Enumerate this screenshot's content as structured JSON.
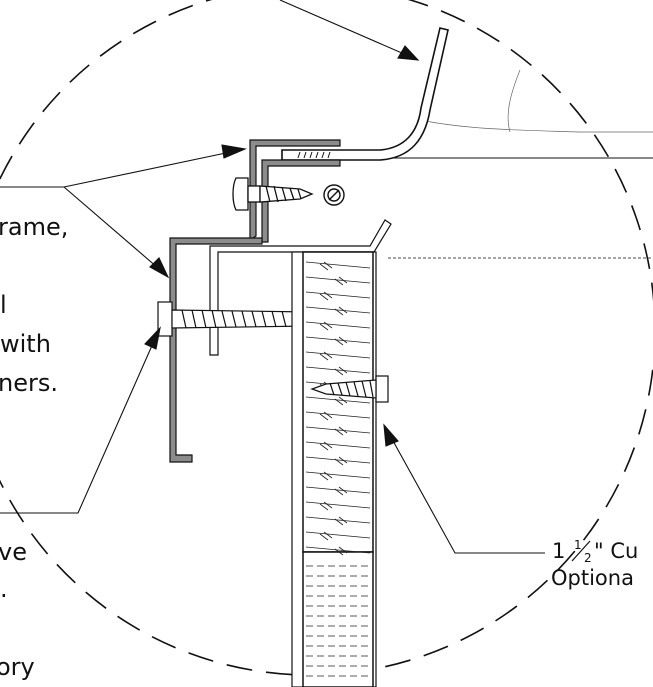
{
  "labels": {
    "frame_line": "rame,",
    "el_line": "l",
    "with_line": "with",
    "fasteners_line": "ners.",
    "ve_line": "ve",
    "dot_line": ".",
    "ory_line": "ory",
    "callout_size_whole": "1",
    "callout_size_num": "1",
    "callout_size_den": "2",
    "callout_size_rest": "\" Cu",
    "callout_optional": "Optiona"
  },
  "colors": {
    "line": "#111111",
    "flashing_fill": "#8c8c8c",
    "hatch": "#222222"
  }
}
